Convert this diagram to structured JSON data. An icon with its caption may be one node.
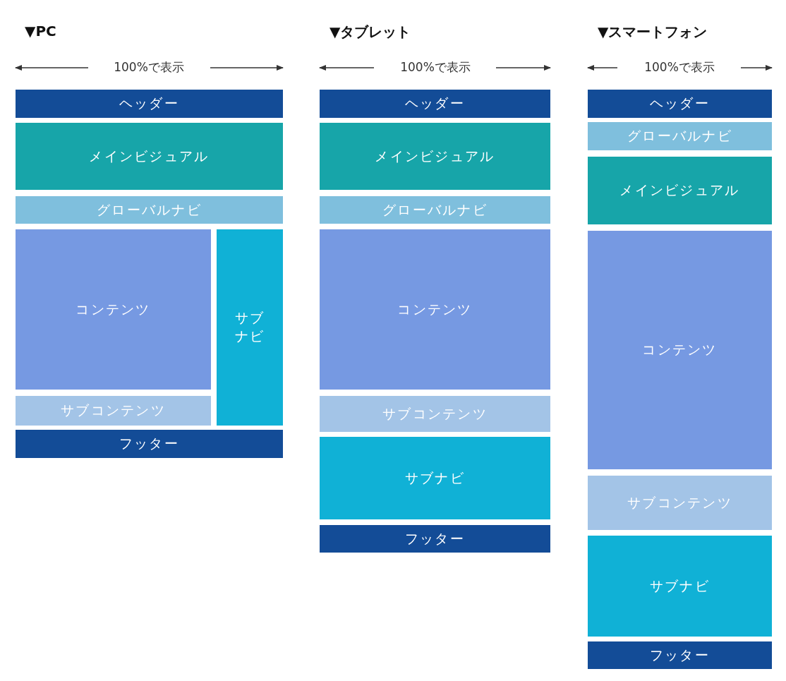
{
  "diagram": {
    "nodes": [
      {
        "text": [
          "ヘッダー"
        ]
      },
      {
        "text": [
          "メインビジュアル"
        ]
      },
      {
        "text": [
          "グローバルナビ"
        ]
      },
      {
        "text": [
          "コンテンツ"
        ]
      },
      {
        "text": [
          "サブナビ"
        ]
      },
      {
        "text": [
          "サブコンテンツ"
        ]
      },
      {
        "text": [
          "フッター"
        ]
      },
      {
        "text": [
          "ヘッダー"
        ]
      },
      {
        "text": [
          "メインビジュアル"
        ]
      },
      {
        "text": [
          "グローバルナビ"
        ]
      },
      {
        "text": [
          "コンテンツ"
        ]
      },
      {
        "text": [
          "サブコンテンツ"
        ]
      },
      {
        "text": [
          "サブナビ"
        ]
      },
      {
        "text": [
          "フッター"
        ]
      },
      {
        "text": [
          "ヘッダー"
        ]
      },
      {
        "text": [
          "グローバルナビ"
        ]
      },
      {
        "text": [
          "メインビジュアル"
        ]
      },
      {
        "text": [
          "コンテンツ"
        ]
      },
      {
        "text": [
          "サブコンテンツ"
        ]
      },
      {
        "text": [
          "サブナビ"
        ]
      },
      {
        "text": [
          "フッター"
        ]
      }
    ],
    "edges": [],
    "labels": [
      "▼PC",
      "100%で表示",
      "▼タブレット",
      "100%で表示",
      "▼スマートフォン",
      "100%で表示"
    ]
  }
}
